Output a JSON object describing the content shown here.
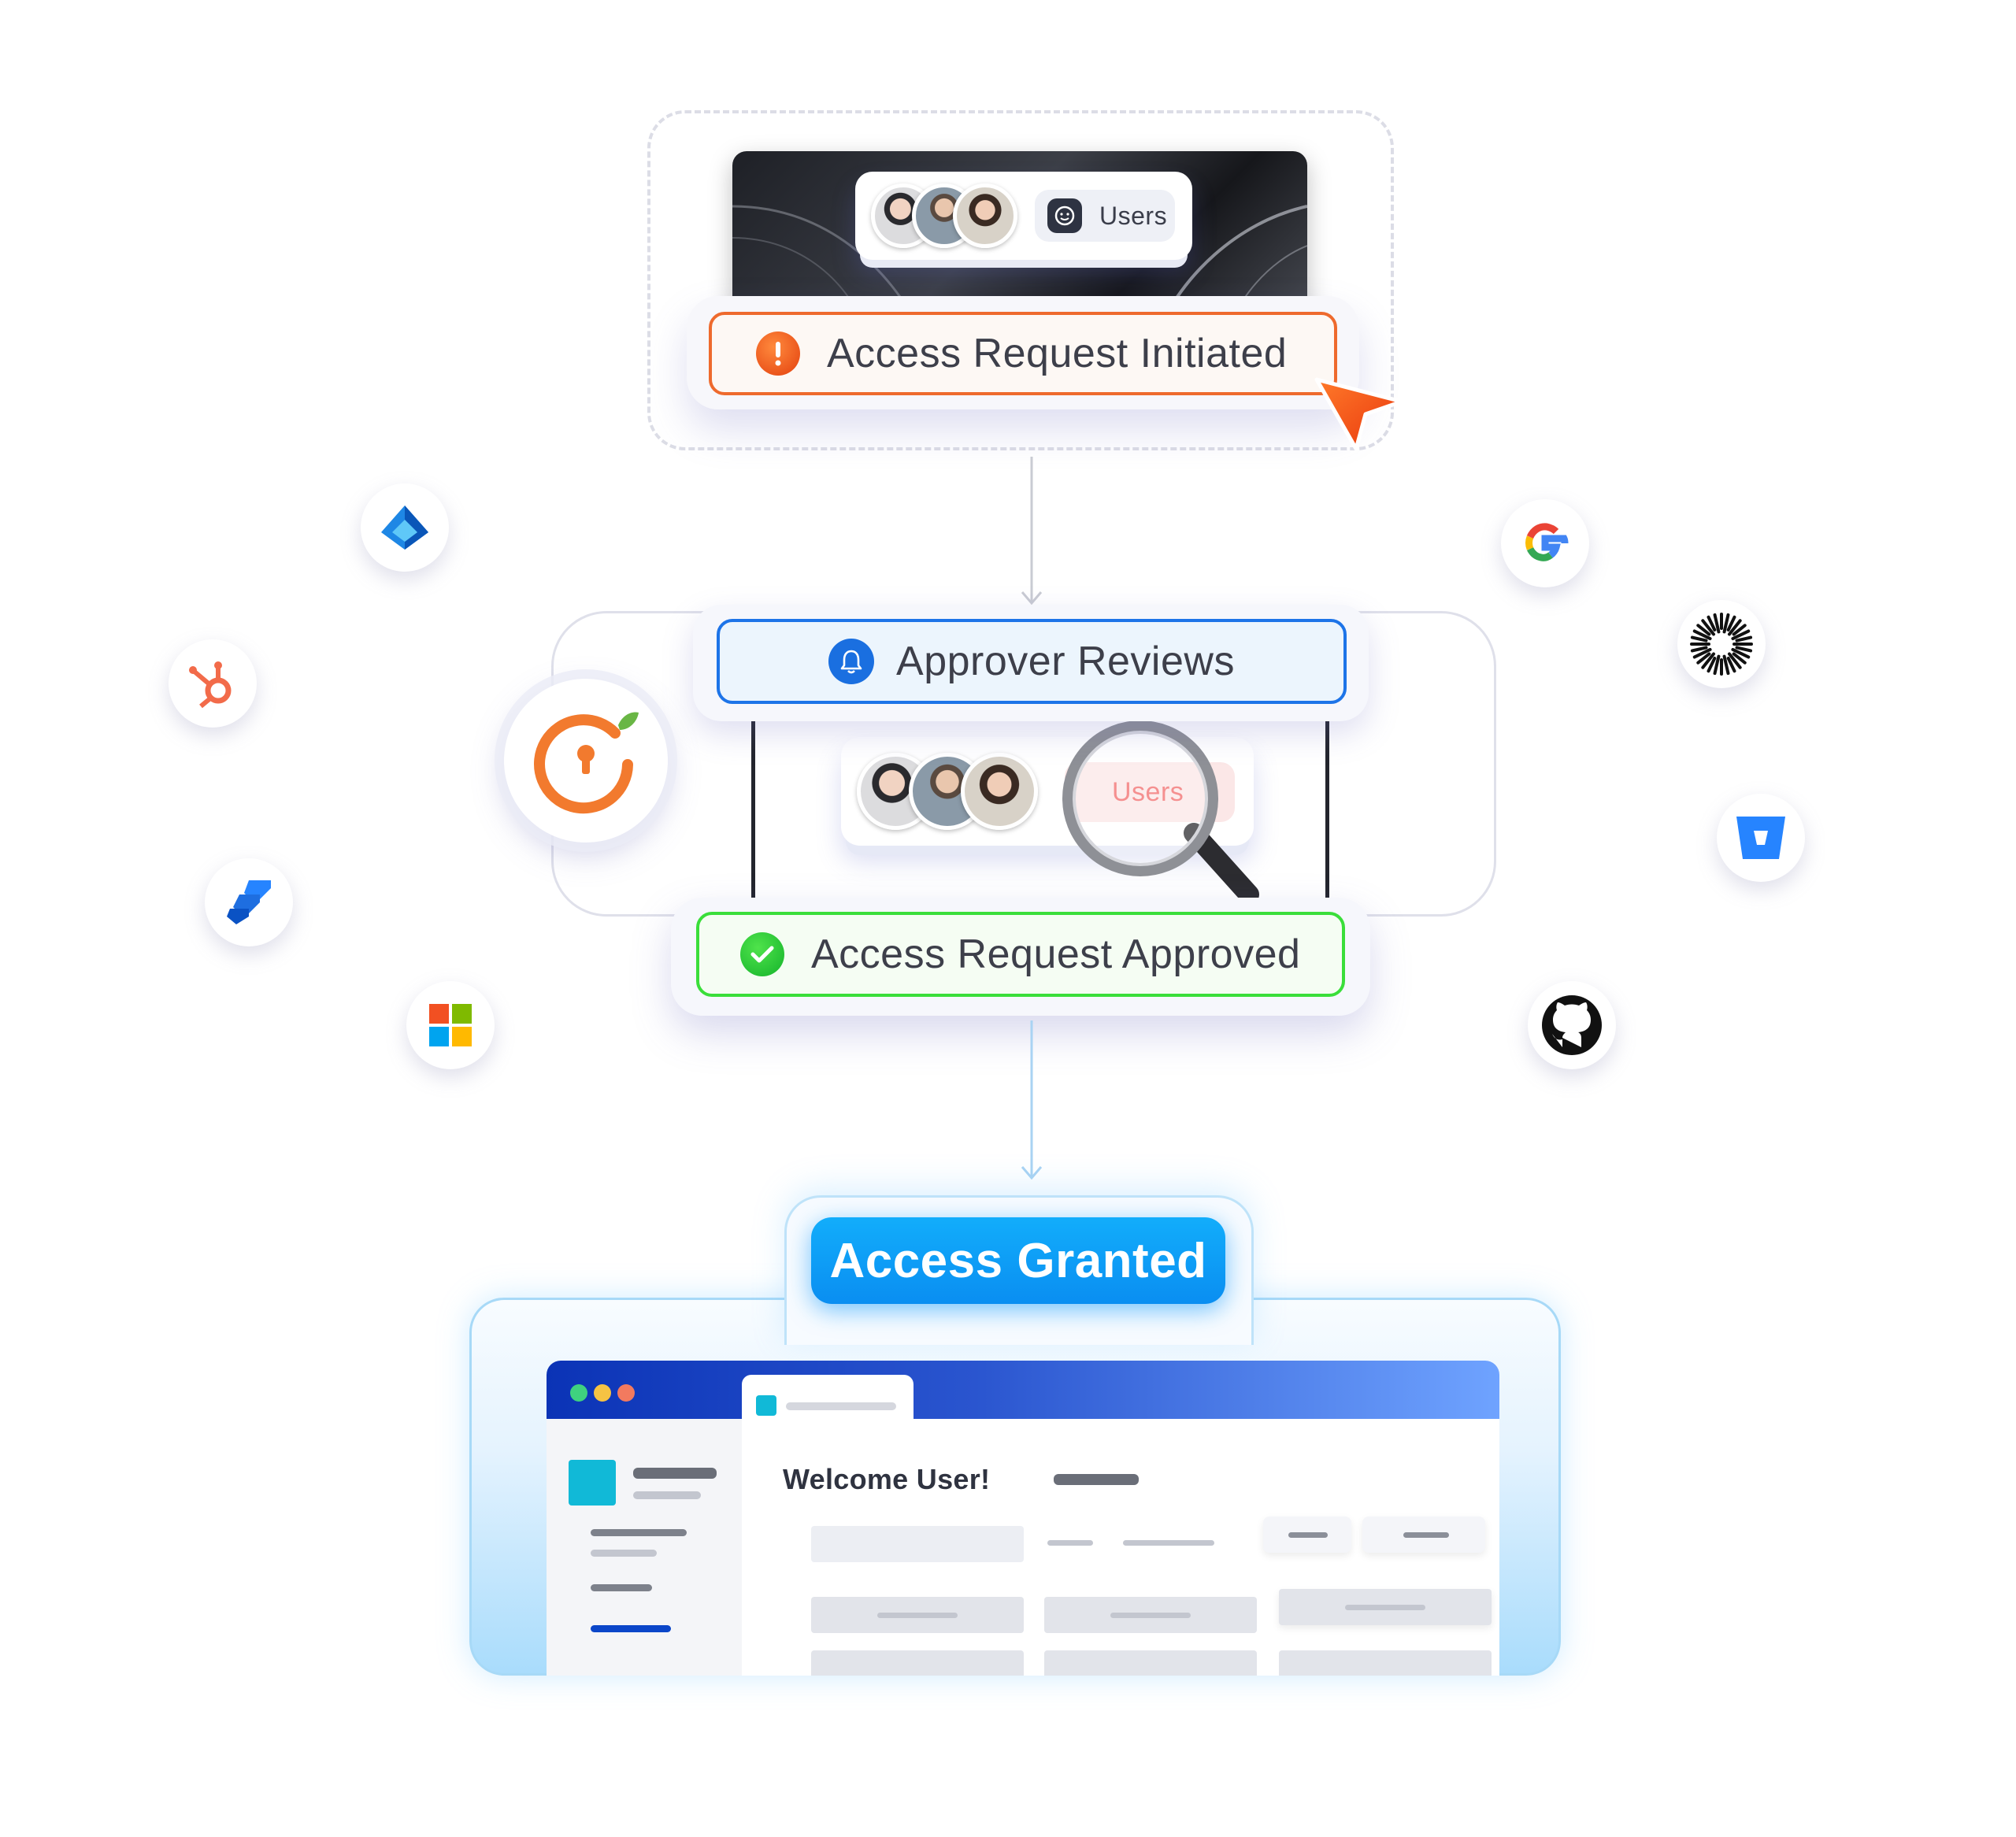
{
  "step1": {
    "users_label": "Users",
    "status_label": "Access Request Initiated",
    "status_color": "#ee6a2d"
  },
  "step2": {
    "approver_label": "Approver Reviews",
    "approver_color": "#1d74e8",
    "magnified_label": "Users",
    "status_label": "Access Request Approved",
    "status_color": "#3ade3a"
  },
  "step3": {
    "granted_label": "Access Granted",
    "granted_color": "#0a8ef1",
    "welcome_text": "Welcome User!"
  },
  "integrations": {
    "left": [
      "azure-ad-icon",
      "hubspot-icon",
      "jira-icon",
      "microsoft-icon"
    ],
    "right": [
      "google-icon",
      "starburst-icon",
      "bitbucket-icon",
      "github-icon"
    ]
  },
  "icons": {
    "cursor": "cursor-arrow-icon",
    "vault": "vault-keyhole-icon",
    "magnifier": "magnifier-icon"
  }
}
